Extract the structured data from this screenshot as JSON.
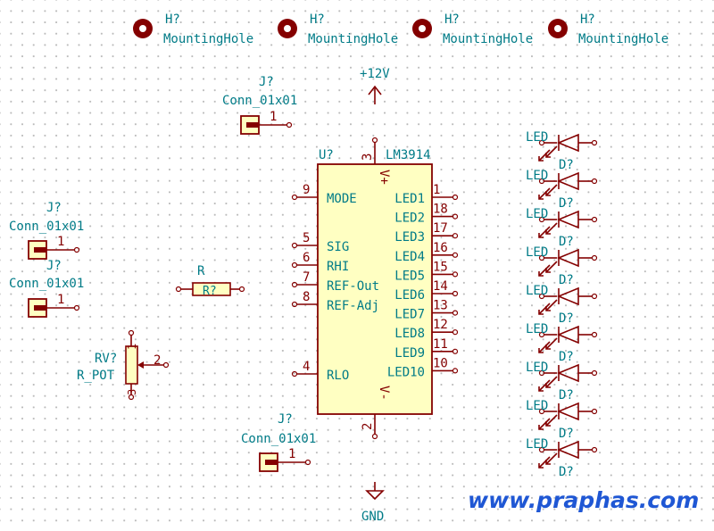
{
  "mounting_holes": [
    {
      "ref": "H?",
      "value": "MountingHole"
    },
    {
      "ref": "H?",
      "value": "MountingHole"
    },
    {
      "ref": "H?",
      "value": "MountingHole"
    },
    {
      "ref": "H?",
      "value": "MountingHole"
    }
  ],
  "power": {
    "vcc_label": "+12V",
    "gnd_label": "GND"
  },
  "connectors": [
    {
      "ref": "J?",
      "value": "Conn_01x01",
      "pin": "1"
    },
    {
      "ref": "J?",
      "value": "Conn_01x01",
      "pin": "1"
    },
    {
      "ref": "J?",
      "value": "Conn_01x01",
      "pin": "1"
    },
    {
      "ref": "J?",
      "value": "Conn_01x01",
      "pin": "1"
    }
  ],
  "ic": {
    "ref": "U?",
    "value": "LM3914",
    "vplus_pin": "3",
    "vplus_label": "V+",
    "vminus_pin": "2",
    "vminus_label": "V-",
    "left_pins": [
      {
        "num": "9",
        "name": "MODE"
      },
      {
        "num": "5",
        "name": "SIG"
      },
      {
        "num": "6",
        "name": "RHI"
      },
      {
        "num": "7",
        "name": "REF-Out"
      },
      {
        "num": "8",
        "name": "REF-Adj"
      },
      {
        "num": "4",
        "name": "RLO"
      }
    ],
    "right_pins": [
      {
        "num": "1",
        "name": "LED1"
      },
      {
        "num": "18",
        "name": "LED2"
      },
      {
        "num": "17",
        "name": "LED3"
      },
      {
        "num": "16",
        "name": "LED4"
      },
      {
        "num": "15",
        "name": "LED5"
      },
      {
        "num": "14",
        "name": "LED6"
      },
      {
        "num": "13",
        "name": "LED7"
      },
      {
        "num": "12",
        "name": "LED8"
      },
      {
        "num": "11",
        "name": "LED9"
      },
      {
        "num": "10",
        "name": "LED10"
      }
    ]
  },
  "resistor": {
    "ref": "R?",
    "value": "R"
  },
  "potentiometer": {
    "ref": "RV?",
    "value": "R_POT",
    "pin_top": "1",
    "pin_wiper": "2",
    "pin_bottom": "3"
  },
  "leds": {
    "value": "LED",
    "ref": "D?",
    "count": 9
  },
  "watermark": "www.praphas.com"
}
